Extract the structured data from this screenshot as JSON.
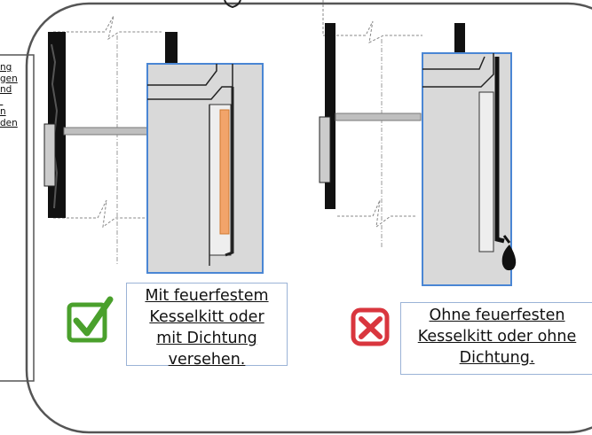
{
  "side_note": {
    "lines": [
      "ng",
      "gen",
      "nd",
      "",
      "n",
      "den"
    ]
  },
  "panels": [
    {
      "caption_lines": [
        "Mit feuerfestem",
        "Kesselkitt oder",
        "mit Dichtung",
        "versehen."
      ],
      "status_icon": "green-check-icon",
      "status_color": "#4aa02c",
      "seal_color": "#f2a46a"
    },
    {
      "caption_lines": [
        "Ohne feuerfesten",
        "Kesselkitt oder ohne",
        "Dichtung."
      ],
      "status_icon": "red-x-icon",
      "status_color": "#d9363e"
    }
  ],
  "colors": {
    "frame": "#555555",
    "callout_border": "#4a86d4",
    "wall": "#d9d9d9",
    "pipe": "#111111"
  }
}
